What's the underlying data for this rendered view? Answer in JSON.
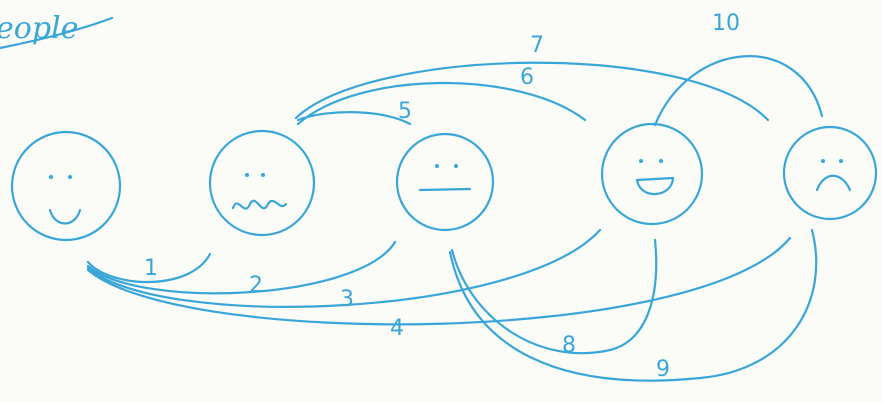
{
  "title": "eople",
  "ink_color": "#3aa6d8",
  "faces": [
    {
      "name": "face-1",
      "expression": "smile"
    },
    {
      "name": "face-2",
      "expression": "wavy-mouth"
    },
    {
      "name": "face-3",
      "expression": "neutral"
    },
    {
      "name": "face-4",
      "expression": "big-smile"
    },
    {
      "name": "face-5",
      "expression": "frown"
    }
  ],
  "connections": [
    {
      "label": "1",
      "from": "face-1",
      "to": "face-2"
    },
    {
      "label": "2",
      "from": "face-1",
      "to": "face-3"
    },
    {
      "label": "3",
      "from": "face-1",
      "to": "face-4"
    },
    {
      "label": "4",
      "from": "face-1",
      "to": "face-5"
    },
    {
      "label": "5",
      "from": "face-2",
      "to": "face-3"
    },
    {
      "label": "6",
      "from": "face-2",
      "to": "face-4"
    },
    {
      "label": "7",
      "from": "face-2",
      "to": "face-5"
    },
    {
      "label": "8",
      "from": "face-3",
      "to": "face-4"
    },
    {
      "label": "9",
      "from": "face-3",
      "to": "face-5"
    },
    {
      "label": "10",
      "from": "face-4",
      "to": "face-5"
    }
  ]
}
